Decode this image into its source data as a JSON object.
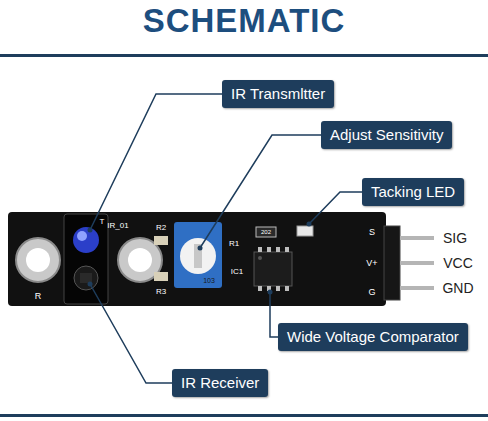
{
  "diagram": {
    "title": "SCHEMATIC",
    "nodes": [
      {
        "text": [
          "IR Transmltter"
        ]
      },
      {
        "text": [
          "Adjust Sensitivity"
        ]
      },
      {
        "text": [
          "Tacking LED"
        ]
      },
      {
        "text": [
          "Wide Voltage Comparator"
        ]
      },
      {
        "text": [
          "IR Receiver"
        ]
      }
    ],
    "labels": [
      "SIG",
      "VCC",
      "GND",
      "R",
      "T",
      "IR_01",
      "R2",
      "R3",
      "R1",
      "IC1",
      "103",
      "202",
      "S",
      "V+",
      "G"
    ]
  }
}
